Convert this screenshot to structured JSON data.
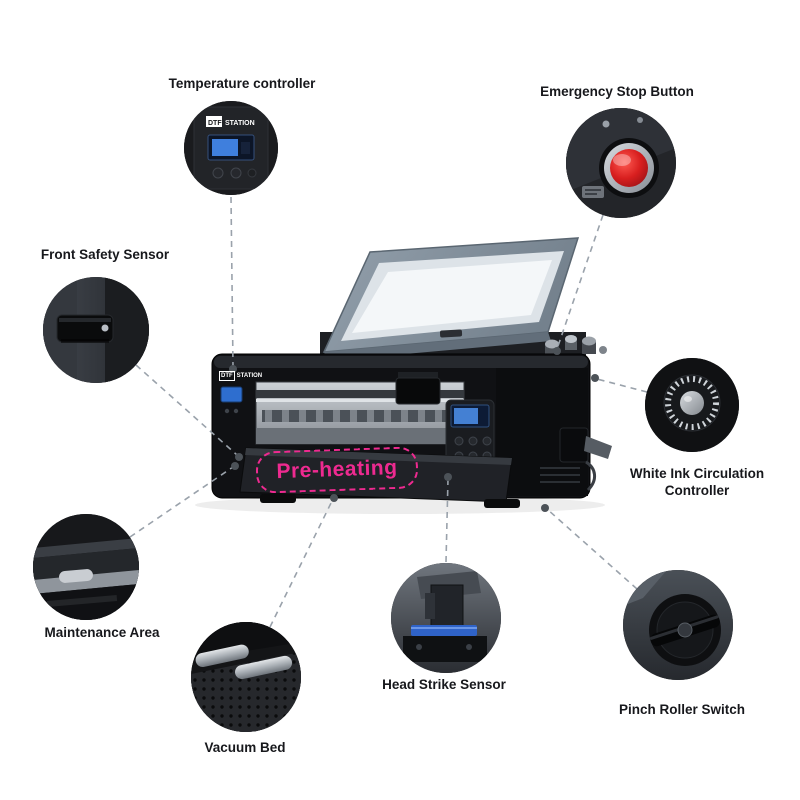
{
  "diagram": {
    "brand": {
      "part1": "DTF",
      "part2": "STATION"
    },
    "preheating_label": "Pre-heating",
    "callouts": [
      {
        "id": "temperature-controller",
        "label": "Temperature controller"
      },
      {
        "id": "emergency-stop-button",
        "label": "Emergency Stop Button"
      },
      {
        "id": "front-safety-sensor",
        "label": "Front Safety Sensor"
      },
      {
        "id": "white-ink-circulation-controller",
        "label": "White Ink Circulation Controller"
      },
      {
        "id": "maintenance-area",
        "label": "Maintenance Area"
      },
      {
        "id": "vacuum-bed",
        "label": "Vacuum Bed"
      },
      {
        "id": "head-strike-sensor",
        "label": "Head Strike Sensor"
      },
      {
        "id": "pinch-roller-switch",
        "label": "Pinch Roller Switch"
      }
    ],
    "colors": {
      "accent_pink": "#ee2a90",
      "connector_gray": "#9aa2ab",
      "label_text": "#17181c"
    }
  }
}
